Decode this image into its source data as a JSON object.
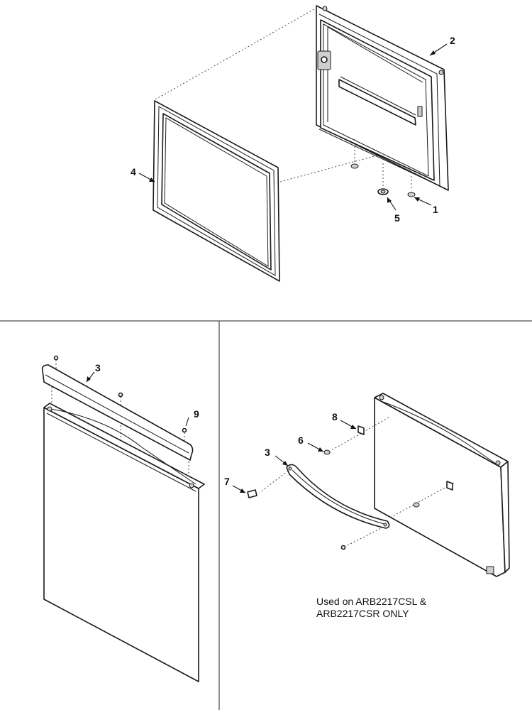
{
  "callouts": {
    "c1": "1",
    "c2": "2",
    "c3_left": "3",
    "c3_right": "3",
    "c4": "4",
    "c5": "5",
    "c6": "6",
    "c7": "7",
    "c8": "8",
    "c9": "9"
  },
  "note": {
    "line1": "Used on ARB2217CSL &",
    "line2": "ARB2217CSR ONLY"
  }
}
